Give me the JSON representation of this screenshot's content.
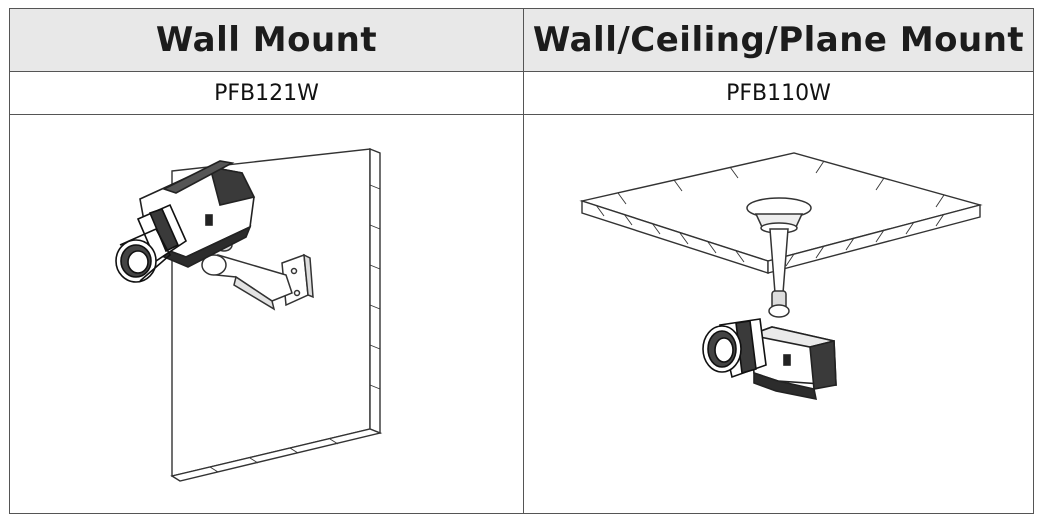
{
  "columns": [
    {
      "heading": "Wall Mount",
      "model": "PFB121W",
      "illustration": "wall-mount-camera-illustration"
    },
    {
      "heading": "Wall/Ceiling/Plane Mount",
      "model": "PFB110W",
      "illustration": "ceiling-mount-camera-illustration"
    }
  ]
}
